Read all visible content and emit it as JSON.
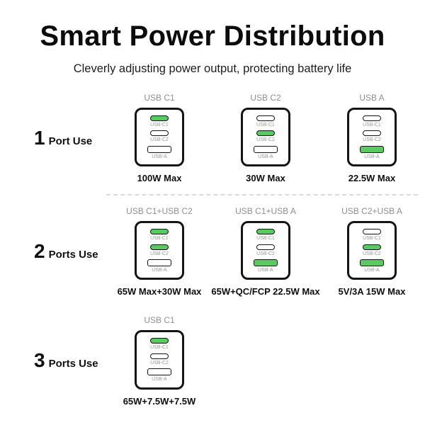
{
  "page": {
    "title": "Smart Power Distribution",
    "subtitle": "Cleverly adjusting power output, protecting battery life"
  },
  "port_labels": [
    "USB-C1",
    "USB-C2",
    "USB-A"
  ],
  "colors": {
    "active_port": "#57cb5f",
    "charger_outline": "#141414",
    "header_gray": "#8f8f8f"
  },
  "rows": [
    {
      "number": "1",
      "label": "Port Use",
      "chargers": [
        {
          "header": "USB C1",
          "active": [
            true,
            false,
            false
          ],
          "caption": "100W Max"
        },
        {
          "header": "USB C2",
          "active": [
            false,
            true,
            false
          ],
          "caption": "30W Max"
        },
        {
          "header": "USB A",
          "active": [
            false,
            false,
            true
          ],
          "caption": "22.5W Max"
        }
      ]
    },
    {
      "number": "2",
      "label": "Ports Use",
      "chargers": [
        {
          "header": "USB C1+USB C2",
          "active": [
            true,
            true,
            false
          ],
          "caption": "65W Max+30W Max"
        },
        {
          "header": "USB C1+USB A",
          "active": [
            true,
            false,
            true
          ],
          "caption": "65W+QC/FCP 22.5W Max"
        },
        {
          "header": "USB C2+USB A",
          "active": [
            false,
            true,
            true
          ],
          "caption": "5V/3A 15W Max"
        }
      ]
    },
    {
      "number": "3",
      "label": "Ports Use",
      "chargers": [
        {
          "header": "USB C1",
          "active": [
            true,
            false,
            false
          ],
          "caption": "65W+7.5W+7.5W"
        }
      ]
    }
  ]
}
